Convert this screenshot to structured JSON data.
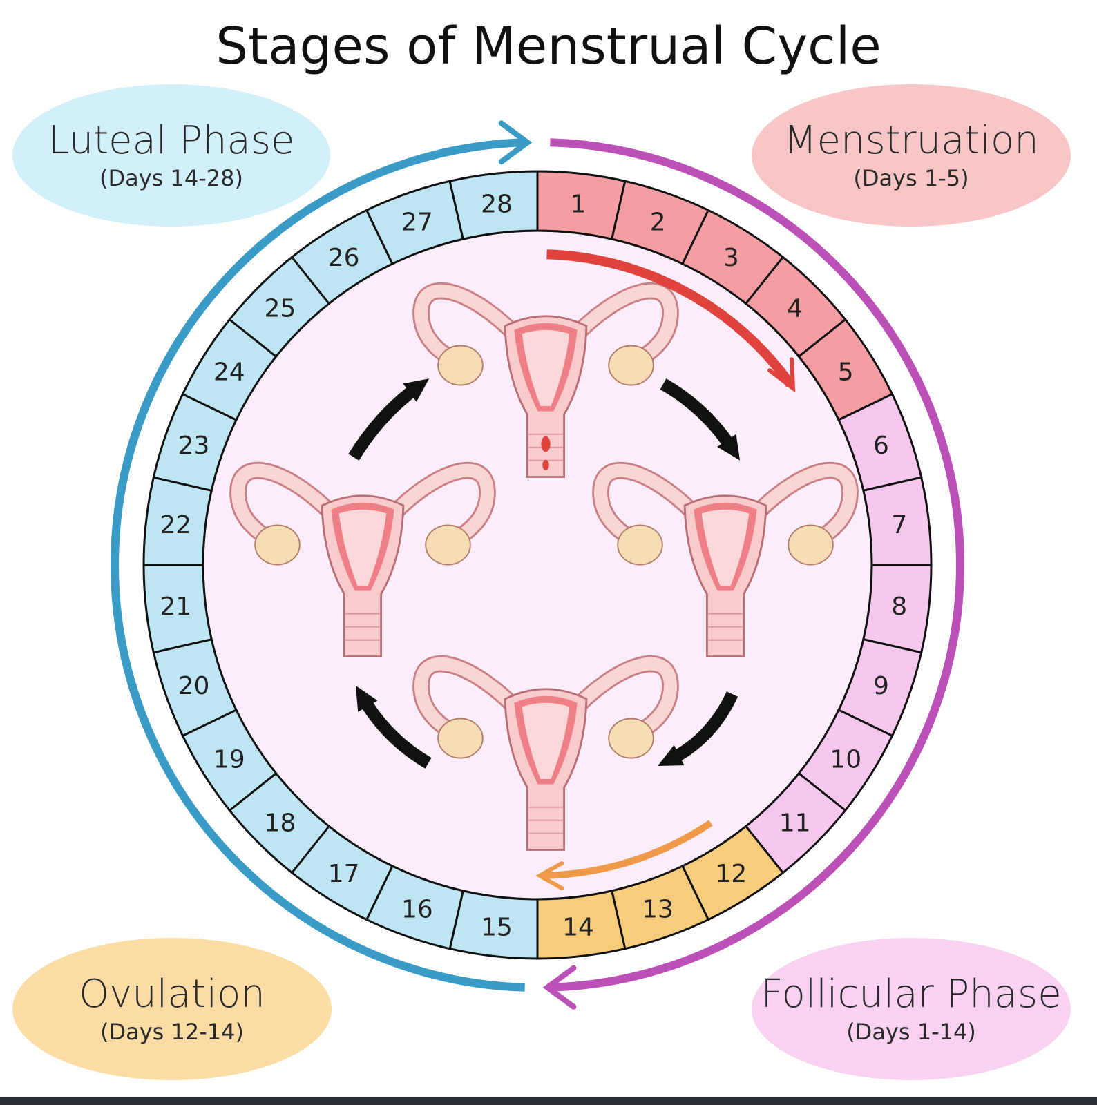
{
  "title": "Stages of Menstrual Cycle",
  "phases": {
    "luteal": {
      "name": "Luteal Phase",
      "days": "(Days 14-28)",
      "color": "#d2f0fa"
    },
    "menstruation": {
      "name": "Menstruation",
      "days": "(Days 1-5)",
      "color": "#f8c6c6"
    },
    "ovulation": {
      "name": "Ovulation",
      "days": "(Days 12-14)",
      "color": "#fbdca4"
    },
    "follicular": {
      "name": "Follicular Phase",
      "days": "(Days 1-14)",
      "color": "#f8d2f0"
    }
  },
  "days": [
    {
      "label": "1",
      "phase": "menstruation"
    },
    {
      "label": "2",
      "phase": "menstruation"
    },
    {
      "label": "3",
      "phase": "menstruation"
    },
    {
      "label": "4",
      "phase": "menstruation"
    },
    {
      "label": "5",
      "phase": "menstruation"
    },
    {
      "label": "6",
      "phase": "follicular"
    },
    {
      "label": "7",
      "phase": "follicular"
    },
    {
      "label": "8",
      "phase": "follicular"
    },
    {
      "label": "9",
      "phase": "follicular"
    },
    {
      "label": "10",
      "phase": "follicular"
    },
    {
      "label": "11",
      "phase": "follicular"
    },
    {
      "label": "12",
      "phase": "ovulation"
    },
    {
      "label": "13",
      "phase": "ovulation"
    },
    {
      "label": "14",
      "phase": "ovulation"
    },
    {
      "label": "15",
      "phase": "luteal"
    },
    {
      "label": "16",
      "phase": "luteal"
    },
    {
      "label": "17",
      "phase": "luteal"
    },
    {
      "label": "18",
      "phase": "luteal"
    },
    {
      "label": "19",
      "phase": "luteal"
    },
    {
      "label": "20",
      "phase": "luteal"
    },
    {
      "label": "21",
      "phase": "luteal"
    },
    {
      "label": "22",
      "phase": "luteal"
    },
    {
      "label": "23",
      "phase": "luteal"
    },
    {
      "label": "24",
      "phase": "luteal"
    },
    {
      "label": "25",
      "phase": "luteal"
    },
    {
      "label": "26",
      "phase": "luteal"
    },
    {
      "label": "27",
      "phase": "luteal"
    },
    {
      "label": "28",
      "phase": "luteal"
    }
  ],
  "colors": {
    "menstruation_cell": "#f39ea2",
    "follicular_cell": "#f6c8ee",
    "ovulation_cell": "#f7cc7c",
    "luteal_cell": "#bde6f2",
    "inner_disc": "#fbeefa",
    "luteal_arc": "#3a9cc6",
    "follicular_arc": "#bb50b7",
    "menstruation_arrow": "#e0433d",
    "ovulation_arrow": "#ef9a48",
    "cycle_arrow": "#111111"
  },
  "uterus_stages": [
    {
      "name": "menstruation",
      "icon": "uterus-shedding-icon"
    },
    {
      "name": "follicular",
      "icon": "uterus-follicular-icon"
    },
    {
      "name": "ovulation",
      "icon": "uterus-ovulation-icon"
    },
    {
      "name": "luteal",
      "icon": "uterus-luteal-icon"
    }
  ]
}
